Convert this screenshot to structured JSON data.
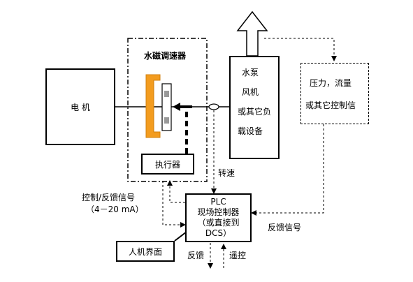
{
  "blocks": {
    "motor": "电 机",
    "coupler": "水磁调速器",
    "actuator": "执行器",
    "load": [
      "水泵",
      "风机",
      "或其它负",
      "载设备"
    ],
    "sensor": [
      "压力，流量",
      "或其它控制信"
    ],
    "plc": [
      "PLC",
      "现场控制器",
      "（或直接到",
      "DCS）"
    ],
    "hmi": "人机界面"
  },
  "signals": {
    "speed": "转速",
    "control_feedback": [
      "控制/反馈信号",
      "（4－20 mA）"
    ],
    "feedback_right": "反馈信号",
    "feedback_bottom": "反馈",
    "remote": "遥控"
  },
  "colors": {
    "magnet": "#F39C1F",
    "line": "#000000"
  }
}
